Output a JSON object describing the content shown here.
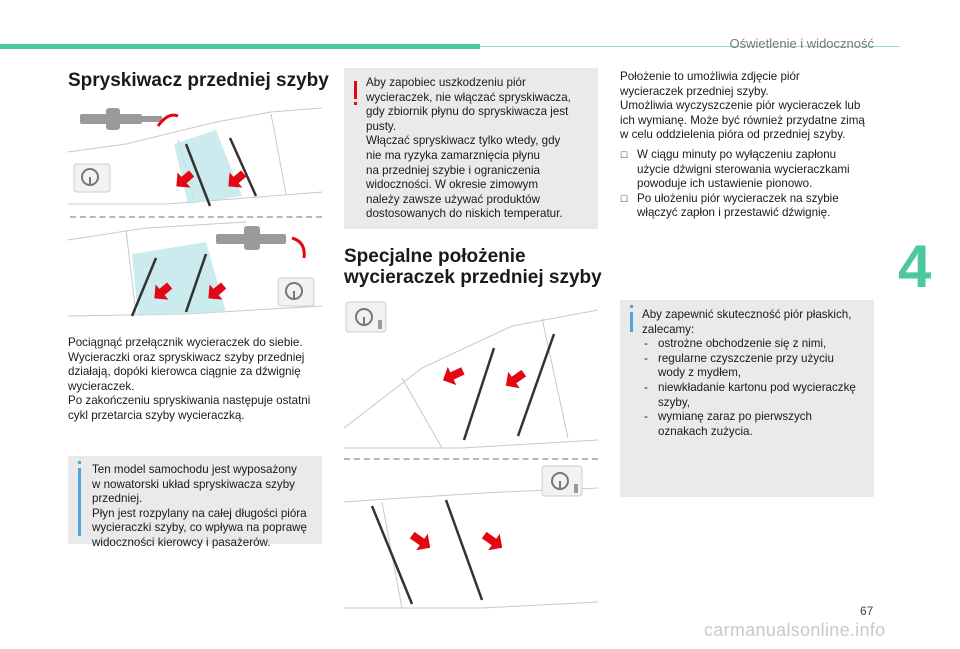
{
  "header": {
    "section_title": "Oświetlenie i widoczność"
  },
  "left": {
    "title": "Spryskiwacz przedniej szyby",
    "paragraph": [
      "Pociągnąć przełącznik wycieraczek do siebie.",
      "Wycieraczki oraz spryskiwacz szyby przedniej",
      "działają, dopóki kierowca ciągnie za dźwignię",
      "wycieraczek.",
      "Po zakończeniu spryskiwania następuje ostatni",
      "cykl przetarcia szyby wycieraczką."
    ],
    "info_box": [
      "Ten model samochodu jest wyposażony",
      "w nowatorski układ spryskiwacza szyby",
      "przedniej.",
      "Płyn jest rozpylany na całej długości pióra",
      "wycieraczki szyby, co wpływa na poprawę",
      "widoczności kierowcy i pasażerów."
    ]
  },
  "middle": {
    "warning_box": [
      "Aby zapobiec uszkodzeniu piór",
      "wycieraczek, nie włączać spryskiwacza,",
      "gdy zbiornik płynu do spryskiwacza jest",
      "pusty.",
      "Włączać spryskiwacz tylko wtedy, gdy",
      "nie ma ryzyka zamarznięcia płynu",
      "na przedniej szybie i ograniczenia",
      "widoczności. W okresie zimowym",
      "należy zawsze używać produktów",
      "dostosowanych do niskich temperatur."
    ],
    "title_line1": "Specjalne położenie",
    "title_line2": "wycieraczek przedniej szyby"
  },
  "right": {
    "paragraph": [
      "Położenie to umożliwia zdjęcie piór",
      "wycieraczek przedniej szyby.",
      "Umożliwia wyczyszczenie piór wycieraczek lub",
      "ich wymianę. Może być również przydatne zimą",
      "w celu oddzielenia pióra od przedniej szyby."
    ],
    "step1": [
      "W ciągu minuty po wyłączeniu zapłonu",
      "użycie dźwigni sterowania wycieraczkami",
      "powoduje ich ustawienie pionowo."
    ],
    "step2": [
      "Po ułożeniu piór wycieraczek na szybie",
      "włączyć zapłon i przestawić dźwignię."
    ],
    "info_intro": [
      "Aby zapewnić skuteczność piór płaskich,",
      "zalecamy:"
    ],
    "info_bullets": [
      [
        "ostrożne obchodzenie się z nimi,"
      ],
      [
        "regularne czyszczenie przy użyciu",
        "wody z mydłem,"
      ],
      [
        "niewkładanie kartonu pod wycieraczkę",
        "szyby,"
      ],
      [
        "wymianę zaraz po pierwszych",
        "oznakach zużycia."
      ]
    ]
  },
  "chapter_number": "4",
  "page_number": "67",
  "watermark": "carmanualsonline.info",
  "colors": {
    "accent_green": "#4cc7a0",
    "info_blue": "#4fa6dd",
    "warning_red": "#e30613",
    "box_gray": "#eaeaea",
    "arrow_red": "#e30613"
  }
}
